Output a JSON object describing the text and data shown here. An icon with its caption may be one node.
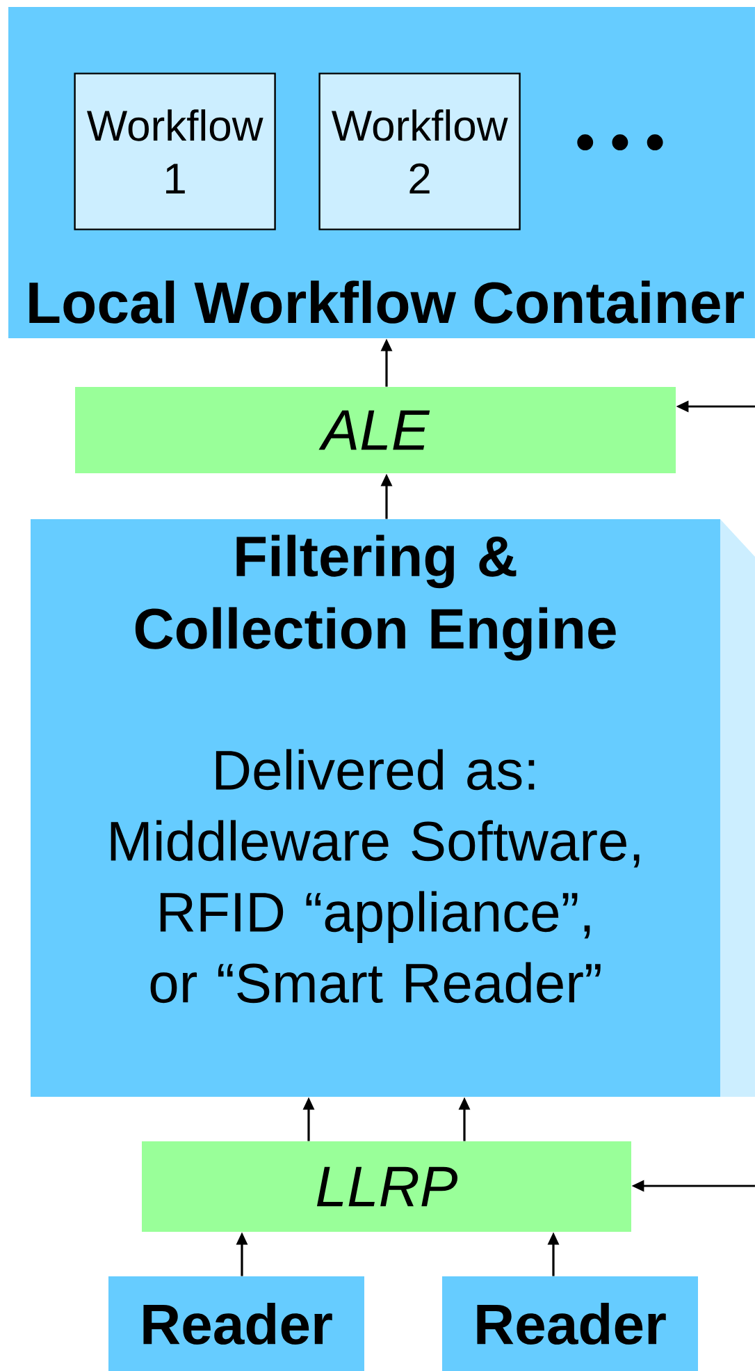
{
  "diagram": {
    "nodes": [
      {
        "text": [
          "Local Workflow Container"
        ]
      },
      {
        "text": [
          "Workflow 1"
        ],
        "in": 0
      },
      {
        "text": [
          "Workflow 2"
        ],
        "in": 0
      },
      {
        "text": [
          "ALE"
        ]
      },
      {
        "text": [
          "Filtering & Collection Engine",
          "Delivered as: Middleware Software, RFID “appliance”, or “Smart Reader”"
        ]
      },
      {
        "text": [
          "LLRP"
        ]
      },
      {
        "text": [
          "Reader"
        ]
      },
      {
        "text": [
          "Reader"
        ]
      }
    ],
    "edges": [
      {
        "from": 3,
        "to": 0,
        "arrow": "to"
      },
      {
        "from": 4,
        "to": 3,
        "arrow": "to"
      },
      {
        "from": 5,
        "to": 4,
        "arrow": "to"
      },
      {
        "from": 5,
        "to": 4,
        "arrow": "to"
      },
      {
        "from": 6,
        "to": 5,
        "arrow": "to"
      },
      {
        "from": 7,
        "to": 5,
        "arrow": "to"
      },
      {
        "from": null,
        "to": 3,
        "arrow": "to"
      },
      {
        "from": null,
        "to": 5,
        "arrow": "to"
      }
    ],
    "labels": [
      "• • •"
    ]
  }
}
